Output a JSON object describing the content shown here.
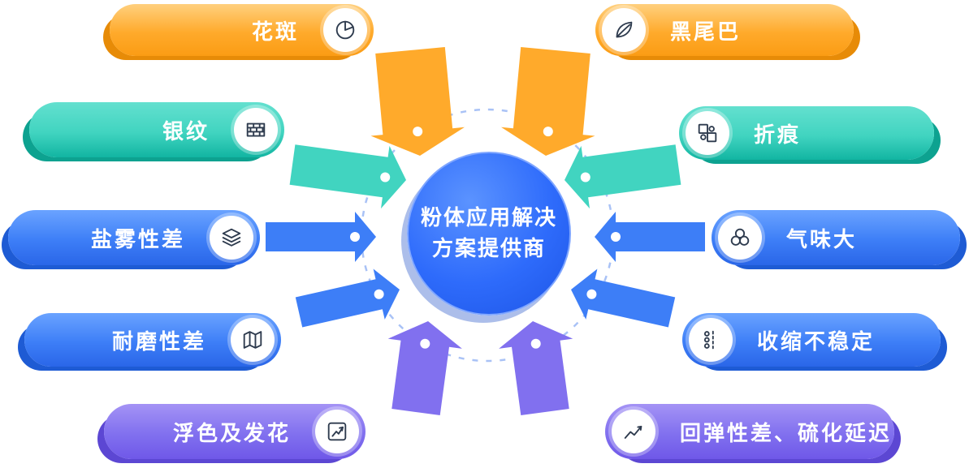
{
  "center": {
    "line1": "粉体应用解决",
    "line2": "方案提供商"
  },
  "pills": [
    {
      "label": "花斑",
      "icon": "pie-chart-icon",
      "color": "orange",
      "side": "left"
    },
    {
      "label": "黑尾巴",
      "icon": "leaf-icon",
      "color": "orange",
      "side": "right"
    },
    {
      "label": "银纹",
      "icon": "bricks-icon",
      "color": "teal",
      "side": "left"
    },
    {
      "label": "折痕",
      "icon": "puzzle-icon",
      "color": "teal",
      "side": "right"
    },
    {
      "label": "盐雾性差",
      "icon": "layers-icon",
      "color": "blue",
      "side": "left"
    },
    {
      "label": "气味大",
      "icon": "circles-icon",
      "color": "blue",
      "side": "right"
    },
    {
      "label": "耐磨性差",
      "icon": "map-icon",
      "color": "blue",
      "side": "left"
    },
    {
      "label": "收缩不稳定",
      "icon": "shrink-icon",
      "color": "blue",
      "side": "right"
    },
    {
      "label": "浮色及发花",
      "icon": "trend-icon",
      "color": "purple",
      "side": "left"
    },
    {
      "label": "回弹性差、硫化延迟",
      "icon": "chart-icon",
      "color": "purple",
      "side": "right"
    }
  ],
  "palette": {
    "orange": "#FFAA2B",
    "orange_dark": "#E78B07",
    "teal": "#41D4C0",
    "teal_dark": "#0DA290",
    "blue": "#3D7EF7",
    "blue_dark": "#1E5BD4",
    "purple": "#8170EF",
    "purple_dark": "#5C47D3",
    "center_blue": "#2E6BFB",
    "dashed_ring": "#A9C2F6",
    "dot": "#FFFFFF"
  }
}
